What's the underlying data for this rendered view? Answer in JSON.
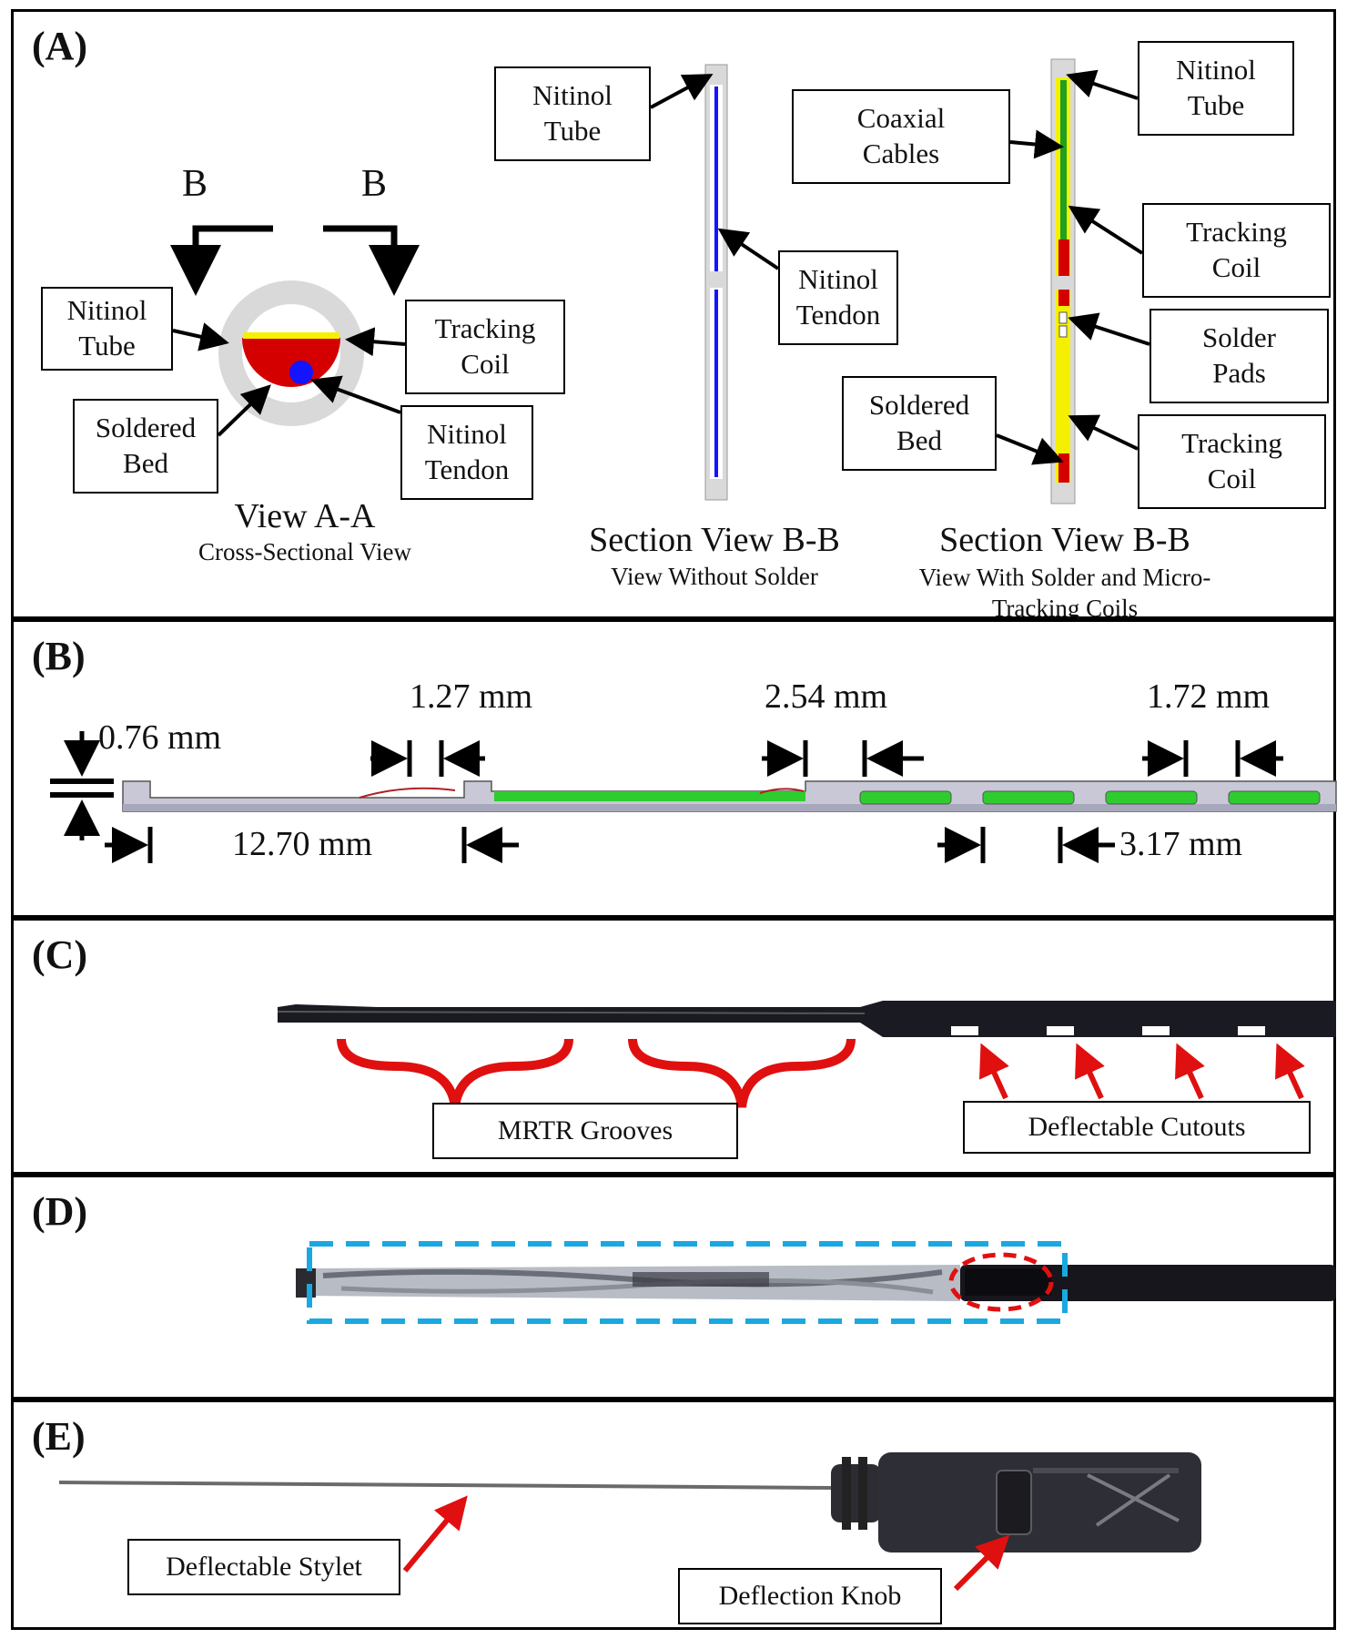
{
  "panel_labels": [
    "(A)",
    "(B)",
    "(C)",
    "(D)",
    "(E)"
  ],
  "panelA": {
    "section_marks": [
      "B",
      "B"
    ],
    "cross_section": {
      "labels": [
        "Nitinol\nTube",
        "Tracking\nCoil",
        "Soldered\nBed",
        "Nitinol\nTendon"
      ],
      "title": "View A-A",
      "subtitle": "Cross-Sectional View"
    },
    "section_no_solder": {
      "labels": [
        "Nitinol\nTube",
        "Nitinol\nTendon"
      ],
      "title": "Section View B-B",
      "subtitle": "View Without Solder"
    },
    "section_with_solder": {
      "labels": [
        "Nitinol\nTube",
        "Coaxial\nCables",
        "Tracking\nCoil",
        "Solder\nPads",
        "Soldered\nBed",
        "Tracking\nCoil"
      ],
      "title": "Section View B-B",
      "subtitle": "View With Solder and Micro-\nTracking Coils"
    },
    "colors": {
      "tube": "#d9d9d9",
      "solder": "#d40000",
      "coil": "#f5f000",
      "tendon": "#1414ff",
      "cable": "#1fa01f"
    }
  },
  "panelB": {
    "dimensions": [
      "0.76 mm",
      "1.27 mm",
      "2.54 mm",
      "1.72 mm",
      "12.70 mm",
      "3.17 mm"
    ],
    "colors": {
      "body": "#c8c8d6",
      "groove": "#2ecc2e"
    }
  },
  "panelC": {
    "labels": [
      "MRTR Grooves",
      "Deflectable Cutouts"
    ],
    "arrow_color": "#e01010"
  },
  "panelD": {
    "colors": {
      "dashed_box": "#1aa8e0",
      "ellipse": "#e01010"
    }
  },
  "panelE": {
    "labels": [
      "Deflectable Stylet",
      "Deflection Knob"
    ],
    "arrow_color": "#e01010"
  }
}
